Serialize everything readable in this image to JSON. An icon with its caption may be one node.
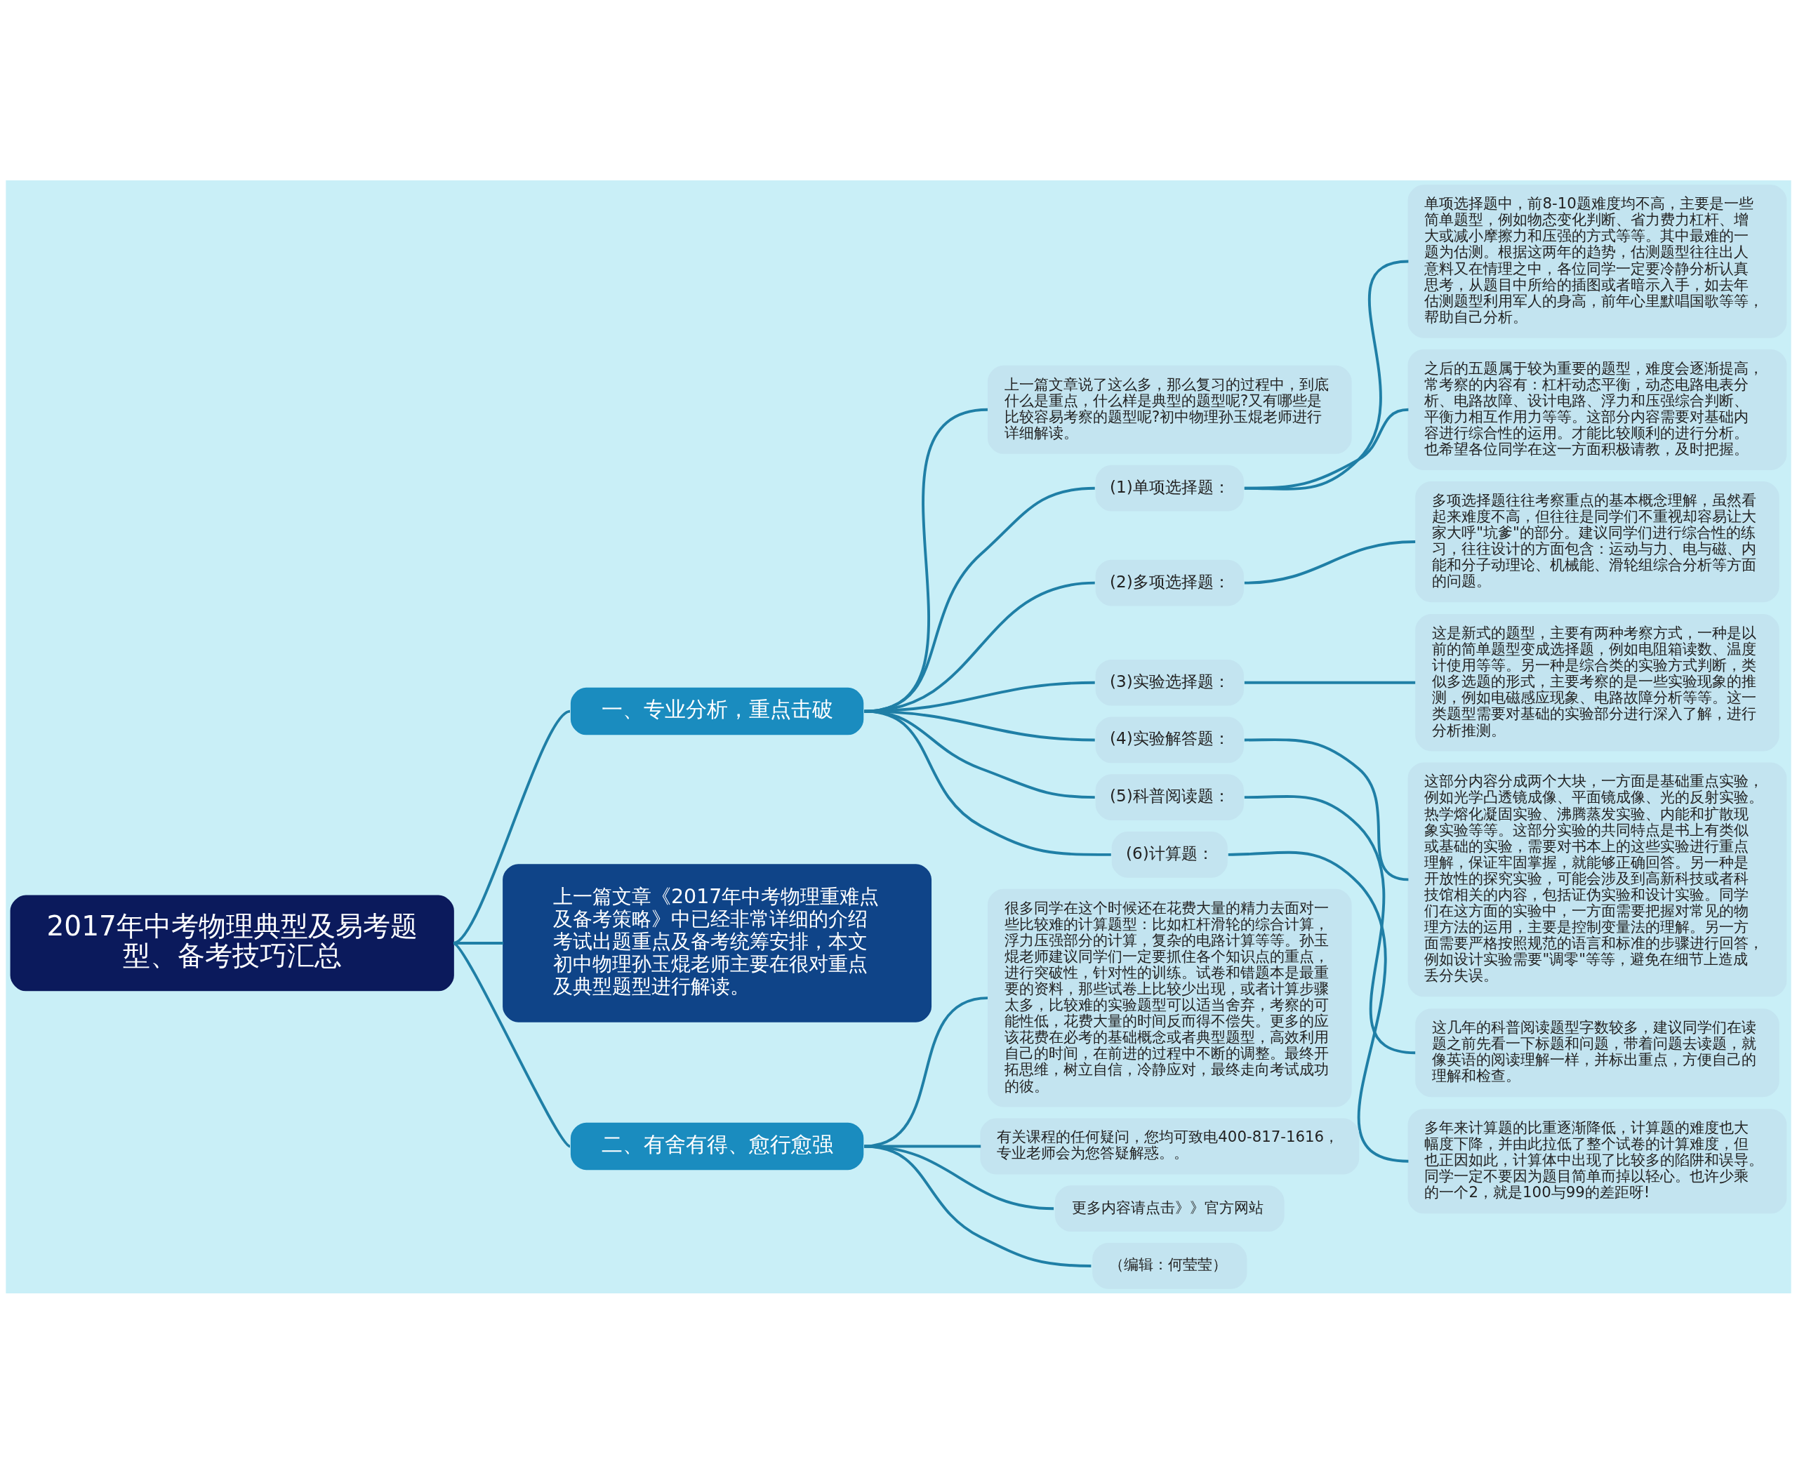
{
  "diagram": {
    "nodes": [
      {
        "text": [
          "2017年中考物理典型及易考题型、备考技巧汇总"
        ]
      },
      {
        "text": [
          "一、专业分析，重点击破"
        ]
      },
      {
        "text": [
          "上一篇文章说了这么多，那么复习的过程中，到底什么是重点，什么样是典型的题型呢?又有哪些是比较容易考察的题型呢?初中物理孙玉焜老师进行详细解读。"
        ]
      },
      {
        "text": [
          "(1)单项选择题："
        ]
      },
      {
        "text": [
          "单项选择题中，前8-10题难度均不高，主要是一些简单题型，例如物态变化判断、省力费力杠杆、增大或减小摩擦力和压强的方式等等。其中最难的一题为估测。根据这两年的趋势，估测题型往往出人意料又在情理之中，各位同学一定要冷静分析认真思考，从题目中所给的插图或者暗示入手，如去年估测题型利用军人的身高，前年心里默唱国歌等等，帮助自己分析。"
        ]
      },
      {
        "text": [
          "之后的五题属于较为重要的题型，难度会逐渐提高，常考察的内容有：杠杆动态平衡，动态电路电表分析、电路故障、设计电路、浮力和压强综合判断、平衡力相互作用力等等。这部分内容需要对基础内容进行综合性的运用。才能比较顺利的进行分析。也希望各位同学在这一方面积极请教，及时把握。"
        ]
      },
      {
        "text": [
          "(2)多项选择题："
        ]
      },
      {
        "text": [
          "多项选择题往往考察重点的基本概念理解，虽然看起来难度不高，但往往是同学们不重视却容易让大家大呼\"坑爹\"的部分。建议同学们进行综合性的练习，往往设计的方面包含：运动与力、电与磁、内能和分子动理论、机械能、滑轮组综合分析等方面的问题。"
        ]
      },
      {
        "text": [
          "(3)实验选择题："
        ]
      },
      {
        "text": [
          "这是新式的题型，主要有两种考察方式，一种是以前的简单题型变成选择题，例如电阻箱读数、温度计使用等等。另一种是综合类的实验方式判断，类似多选题的形式，主要考察的是一些实验现象的推测，例如电磁感应现象、电路故障分析等等。这一类题型需要对基础的实验部分进行深入了解，进行分析推测。"
        ]
      },
      {
        "text": [
          "(4)实验解答题："
        ]
      },
      {
        "text": [
          "这部分内容分成两个大块，一方面是基础重点实验，例如光学凸透镜成像、平面镜成像、光的反射实验。热学熔化凝固实验、沸腾蒸发实验、内能和扩散现象实验等等。这部分实验的共同特点是书上有类似或基础的实验，需要对书本上的这些实验进行重点理解，保证牢固掌握，就能够正确回答。另一种是开放性的探究实验，可能会涉及到高新科技或者科技馆相关的内容，包括证伪实验和设计实验。同学们在这方面的实验中，一方面需要把握对常见的物理方法的运用，主要是控制变量法的理解。另一方面需要严格按照规范的语言和标准的步骤进行回答，例如设计实验需要\"调零\"等等，避免在细节上造成丢分失误。"
        ]
      },
      {
        "text": [
          "(5)科普阅读题："
        ]
      },
      {
        "text": [
          "这几年的科普阅读题型字数较多，建议同学们在读题之前先看一下标题和问题，带着问题去读题，就像英语的阅读理解一样，并标出重点，方便自己的理解和检查。"
        ]
      },
      {
        "text": [
          "(6)计算题："
        ]
      },
      {
        "text": [
          "多年来计算题的比重逐渐降低，计算题的难度也大幅度下降，并由此拉低了整个试卷的计算难度，但也正因如此，计算体中出现了比较多的陷阱和误导。同学一定不要因为题目简单而掉以轻心。也许少乘的一个2，就是100与99的差距呀!"
        ]
      },
      {
        "text": [
          "上一篇文章《2017年中考物理重难点及备考策略》中已经非常详细的介绍考试出题重点及备考统筹安排，本文初中物理孙玉焜老师主要在很对重点及典型题型进行解读。"
        ]
      },
      {
        "text": [
          "二、有舍有得、愈行愈强"
        ]
      },
      {
        "text": [
          "很多同学在这个时候还在花费大量的精力去面对一些比较难的计算题型：比如杠杆滑轮的综合计算，浮力压强部分的计算，复杂的电路计算等等。孙玉焜老师建议同学们一定要抓住各个知识点的重点，进行突破性，针对性的训练。试卷和错题本是最重要的资料，那些试卷上比较少出现，或者计算步骤太多，比较难的实验题型可以适当舍弃，考察的可能性低，花费大量的时间反而得不偿失。更多的应该花费在必考的基础概念或者典型题型，高效利用自己的时间，在前进的过程中不断的调整。最终开拓思维，树立自信，冷静应对，最终走向考试成功的彼。"
        ]
      },
      {
        "text": [
          "有关课程的任何疑问，您均可致电400-817-1616，专业老师会为您答疑解惑。。"
        ]
      },
      {
        "text": [
          "更多内容请点击》》官方网站"
        ]
      },
      {
        "text": [
          "（编辑：何莹莹）"
        ]
      }
    ],
    "edges": [
      {
        "from": 0,
        "to": 1,
        "arrow": "none"
      },
      {
        "from": 1,
        "to": 2,
        "arrow": "none"
      },
      {
        "from": 1,
        "to": 3,
        "arrow": "none"
      },
      {
        "from": 3,
        "to": 4,
        "arrow": "none"
      },
      {
        "from": 3,
        "to": 5,
        "arrow": "none"
      },
      {
        "from": 1,
        "to": 6,
        "arrow": "none"
      },
      {
        "from": 6,
        "to": 7,
        "arrow": "none"
      },
      {
        "from": 1,
        "to": 8,
        "arrow": "none"
      },
      {
        "from": 8,
        "to": 9,
        "arrow": "none"
      },
      {
        "from": 1,
        "to": 10,
        "arrow": "none"
      },
      {
        "from": 10,
        "to": 11,
        "arrow": "none"
      },
      {
        "from": 1,
        "to": 12,
        "arrow": "none"
      },
      {
        "from": 12,
        "to": 13,
        "arrow": "none"
      },
      {
        "from": 1,
        "to": 14,
        "arrow": "none"
      },
      {
        "from": 14,
        "to": 15,
        "arrow": "none"
      },
      {
        "from": 0,
        "to": 16,
        "arrow": "none"
      },
      {
        "from": 0,
        "to": 17,
        "arrow": "none"
      },
      {
        "from": 17,
        "to": 18,
        "arrow": "none"
      },
      {
        "from": 17,
        "to": 19,
        "arrow": "none"
      },
      {
        "from": 17,
        "to": 20,
        "arrow": "none"
      },
      {
        "from": 17,
        "to": 21,
        "arrow": "none"
      }
    ]
  }
}
